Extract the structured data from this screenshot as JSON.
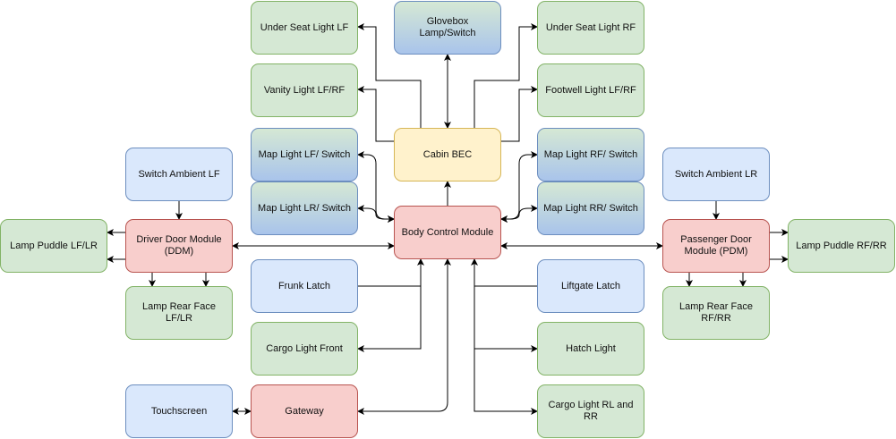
{
  "colors": {
    "green": "#d5e8d4",
    "blue": "#dae8fc",
    "red": "#f8cecc",
    "yellow": "#fff2cc",
    "edge": "#000000"
  },
  "nodes": {
    "under_seat_lf": "Under Seat Light LF",
    "glovebox": "Glovebox Lamp/Switch",
    "under_seat_rf": "Under Seat Light RF",
    "vanity": "Vanity Light LF/RF",
    "footwell": "Footwell Light LF/RF",
    "map_lf": "Map Light LF/ Switch",
    "cabin_bec": "Cabin BEC",
    "map_rf": "Map Light RF/ Switch",
    "map_lr": "Map Light LR/ Switch",
    "map_rr": "Map Light RR/ Switch",
    "bcm": "Body Control Module",
    "switch_amb_lf": "Switch Ambient LF",
    "switch_amb_lr": "Switch Ambient LR",
    "ddm": "Driver Door Module (DDM)",
    "pdm": "Passenger Door Module (PDM)",
    "puddle_l": "Lamp Puddle LF/LR",
    "puddle_r": "Lamp Puddle RF/RR",
    "rearface_l": "Lamp Rear Face LF/LR",
    "rearface_r": "Lamp Rear Face RF/RR",
    "frunk": "Frunk Latch",
    "liftgate": "Liftgate Latch",
    "cargo_front": "Cargo Light Front",
    "hatch": "Hatch Light",
    "touchscreen": "Touchscreen",
    "gateway": "Gateway",
    "cargo_rear": "Cargo Light RL and RR"
  }
}
